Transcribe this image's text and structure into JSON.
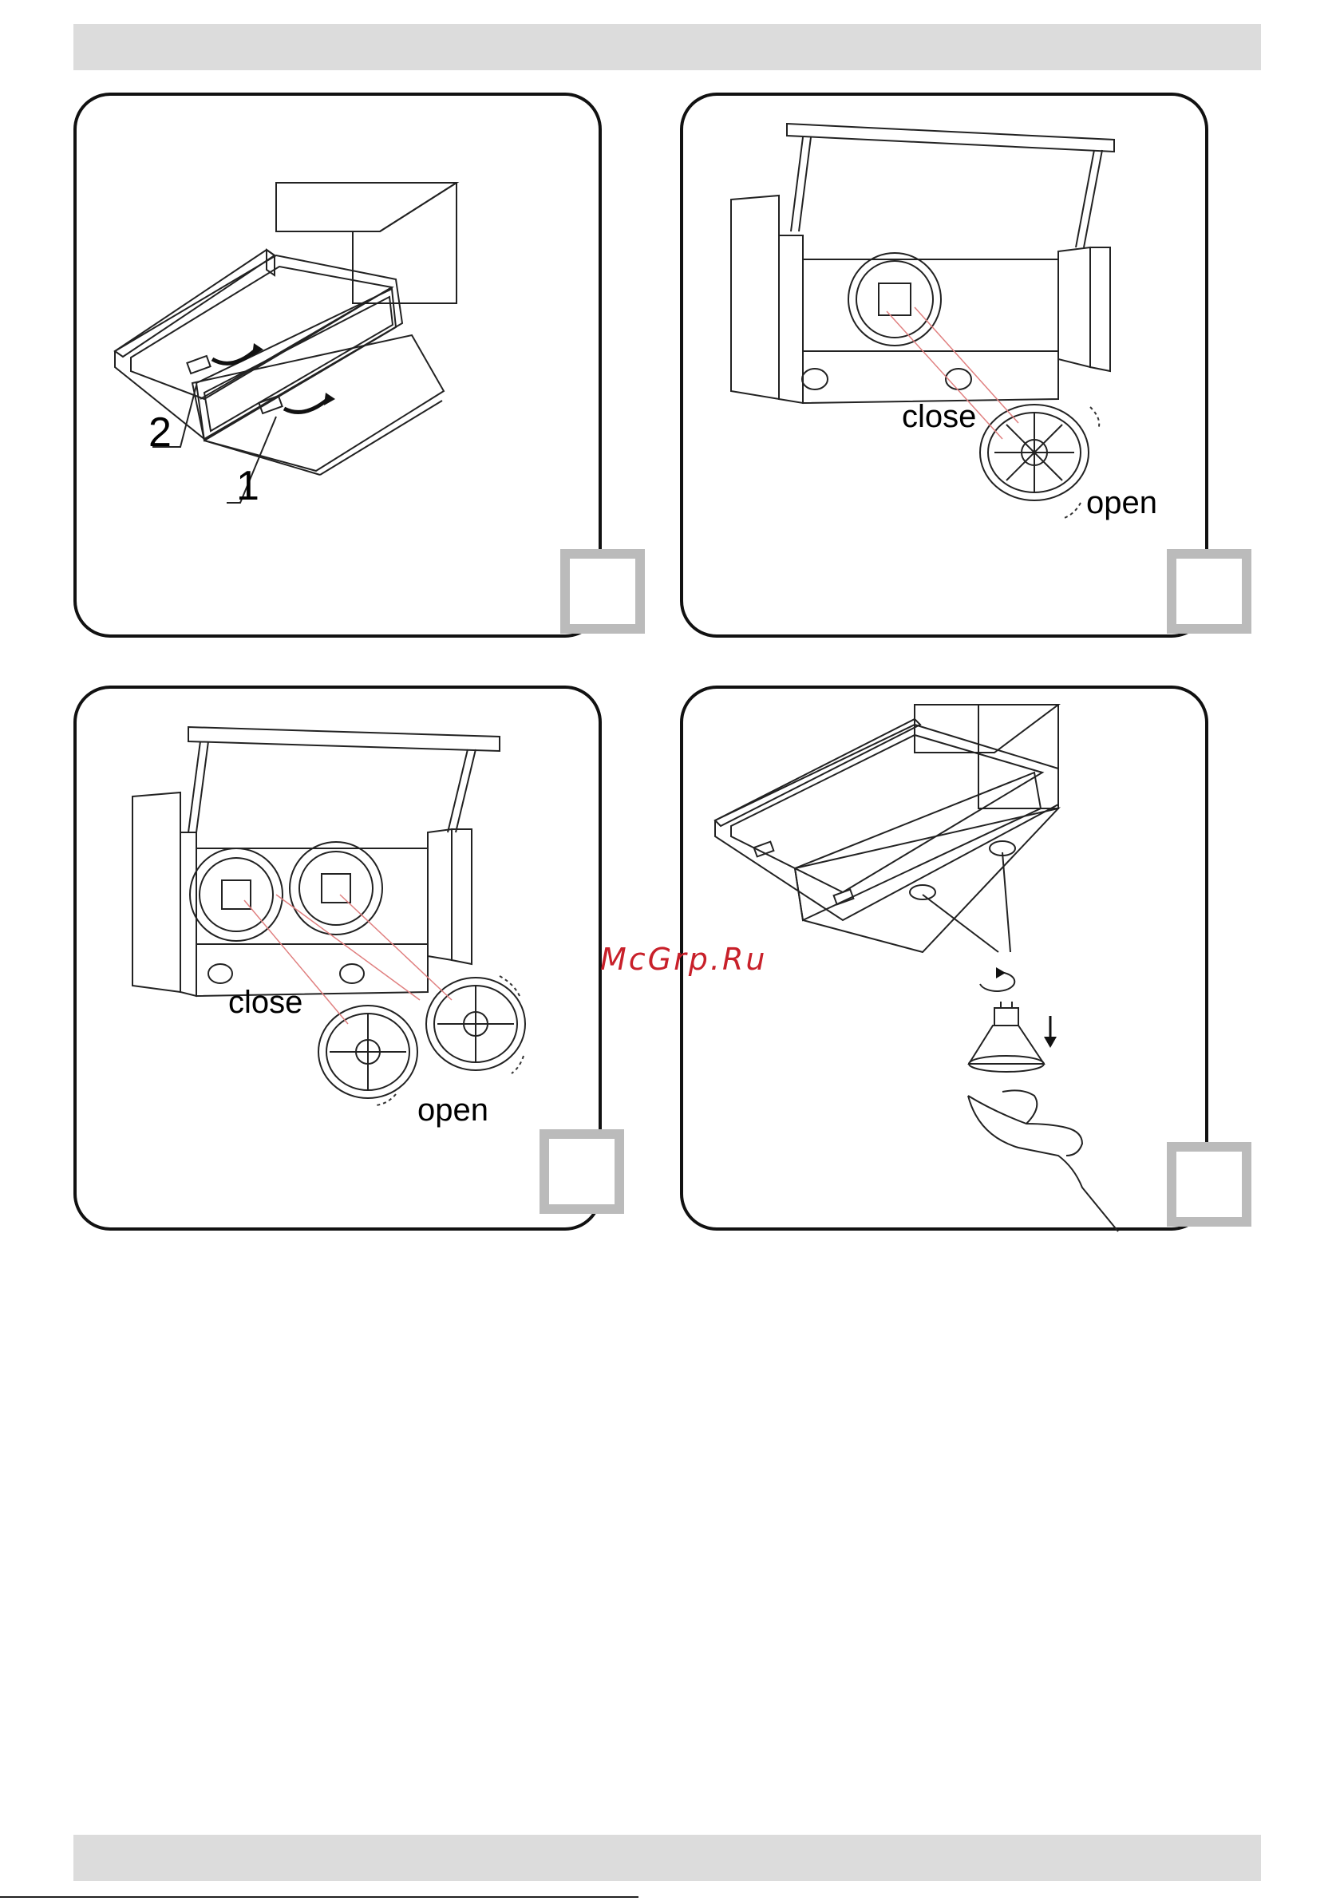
{
  "watermark": "McGrp.Ru",
  "panel1": {
    "callout_1": "1",
    "callout_2": "2"
  },
  "panel2": {
    "close": "close",
    "open": "open"
  },
  "panel3": {
    "close": "close",
    "open": "open"
  },
  "colors": {
    "bar": "#dcdcdc",
    "marker": "#bbbbbb",
    "watermark": "#c8202a",
    "guide_lines": "#e08080"
  }
}
